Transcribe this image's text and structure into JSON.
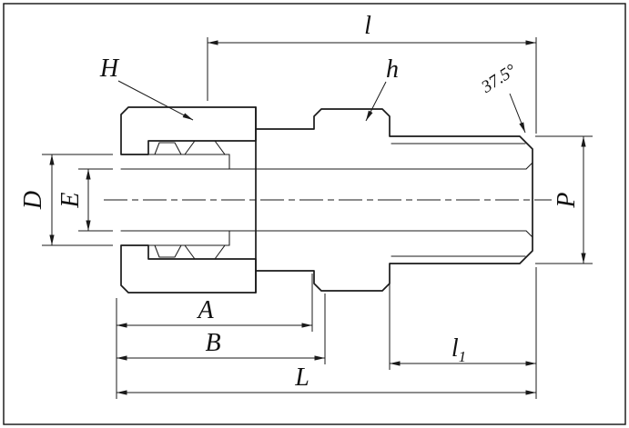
{
  "colors": {
    "line": "#1a1a1a",
    "nut_fill": "#d8d8d8",
    "nut_speckle": "#8f8f8f",
    "background": "#ffffff"
  },
  "labels": {
    "H": "H",
    "h": "h",
    "l": "l",
    "angle": "37.5°",
    "D": "D",
    "E": "E",
    "P": "P",
    "A": "A",
    "B": "B",
    "l1_base": "l",
    "l1_sub": "1",
    "L": "L"
  }
}
